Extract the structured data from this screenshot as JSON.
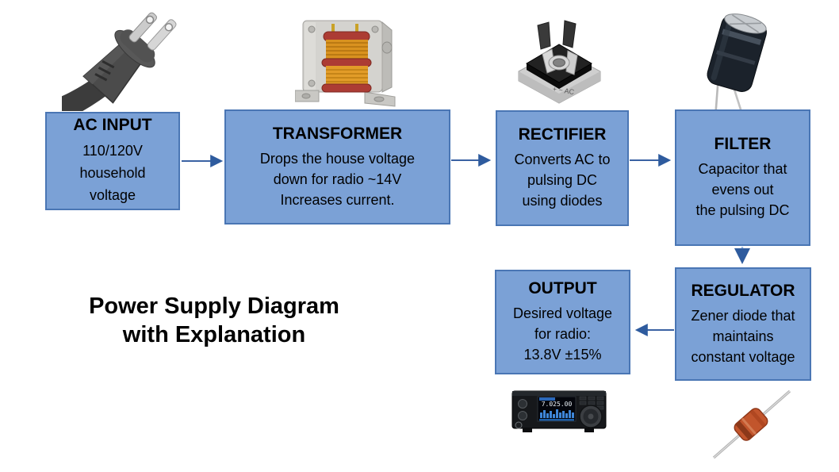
{
  "title": {
    "line1": "Power Supply Diagram",
    "line2": "with Explanation"
  },
  "boxes": [
    {
      "id": "ac-input",
      "title": "AC INPUT",
      "lines": [
        "110/120V",
        "household",
        "voltage"
      ]
    },
    {
      "id": "transformer",
      "title": "TRANSFORMER",
      "lines": [
        "Drops the house voltage",
        "down for radio ~14V",
        "Increases current."
      ]
    },
    {
      "id": "rectifier",
      "title": "RECTIFIER",
      "lines": [
        "Converts AC to",
        "pulsing DC",
        "using diodes"
      ]
    },
    {
      "id": "filter",
      "title": "FILTER",
      "lines": [
        "Capacitor that",
        "evens out",
        "the pulsing DC"
      ]
    },
    {
      "id": "regulator",
      "title": "REGULATOR",
      "lines": [
        "Zener diode that",
        "maintains",
        "constant voltage"
      ]
    },
    {
      "id": "output",
      "title": "OUTPUT",
      "lines": [
        "Desired voltage",
        "for radio:",
        "13.8V ±15%"
      ]
    }
  ],
  "arrows": [
    {
      "from": "ac-input",
      "to": "transformer",
      "direction": "right"
    },
    {
      "from": "transformer",
      "to": "rectifier",
      "direction": "right"
    },
    {
      "from": "rectifier",
      "to": "filter",
      "direction": "right"
    },
    {
      "from": "filter",
      "to": "regulator",
      "direction": "down"
    },
    {
      "from": "regulator",
      "to": "output",
      "direction": "left"
    }
  ],
  "images": {
    "ac_plug": "two-prong AC power plug",
    "transformer": "iron-core transformer with copper windings",
    "rectifier": "bridge rectifier module",
    "rectifier_marking": "+ ~ AC",
    "capacitor": "electrolytic capacitor",
    "radio": "amateur radio transceiver",
    "radio_display": "7.025.00",
    "zener_diode": "zener diode"
  },
  "colors": {
    "box_fill": "#7BA1D6",
    "box_border": "#4A76B4",
    "arrow": "#2E5B9E",
    "text": "#000000",
    "background": "#FFFFFF"
  }
}
